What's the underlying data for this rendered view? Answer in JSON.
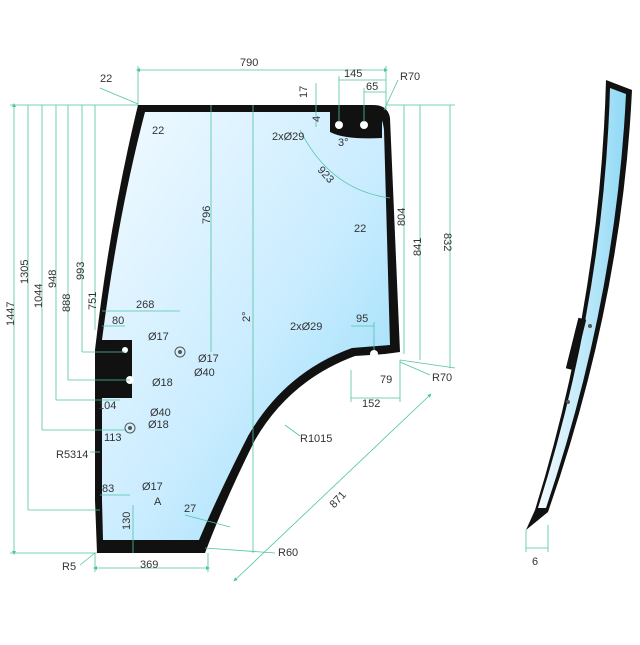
{
  "colors": {
    "frame": "#111111",
    "glass_top": "#e9f6ff",
    "glass_mid": "#b7e6ff",
    "glass_edge": "#7fd6f6",
    "dimension_line": "#4fc4a0",
    "text": "#333333"
  },
  "top": {
    "d790": "790",
    "d145": "145",
    "d65": "65",
    "R70_top": "R70",
    "d22_corner": "22",
    "d17": "17",
    "d4": "4",
    "d2xO29_top": "2xØ29",
    "d3deg": "3°",
    "d22_inner_left": "22"
  },
  "right": {
    "d804": "804",
    "d841": "841",
    "d832": "832",
    "d22_right": "22",
    "d95": "95",
    "d2xO29_right": "2xØ29",
    "d79": "79",
    "R70_bottom": "R70",
    "d152": "152",
    "d871": "871",
    "R1015": "R1015",
    "R60": "R60"
  },
  "left": {
    "d1447": "1447",
    "d1305": "1305",
    "d1044": "1044",
    "d948": "948",
    "d888": "888",
    "d993": "993",
    "d751": "751",
    "d268": "268",
    "d80": "80",
    "d104": "104",
    "d113": "113",
    "R5314": "R5314",
    "d83": "83",
    "d130": "130",
    "R5": "R5",
    "d369": "369",
    "d27": "27"
  },
  "center": {
    "d796": "796",
    "d2deg": "2°",
    "d923": "923",
    "O17_a": "Ø17",
    "O17_b": "Ø17",
    "O40_a": "Ø40",
    "O18_a": "Ø18",
    "O40_b": "Ø40",
    "O18_b": "Ø18",
    "O17_c": "Ø17",
    "A": "A"
  },
  "side_view": {
    "d6": "6"
  }
}
